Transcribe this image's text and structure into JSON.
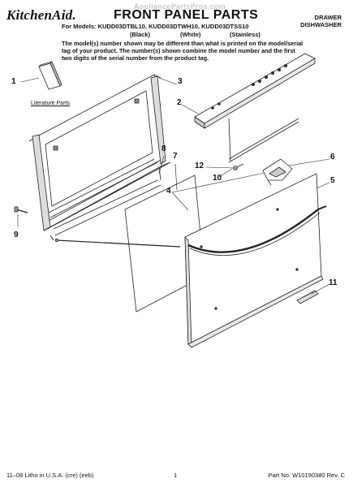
{
  "header": {
    "brand": "KitchenAid.",
    "title": "FRONT PANEL PARTS",
    "watermark": "AppliancePartsPros.com",
    "doc_type_line1": "DRAWER",
    "doc_type_line2": "DISHWASHER"
  },
  "models": {
    "line": "For Models: KUDD03DTBL10, KUDD03DTWH10, KUDD03DTSS10",
    "finishes": [
      "(Black)",
      "(White)",
      "(Stainless)"
    ]
  },
  "note": "The model(s) number shown may be different than what is printed on the model/serial tag of your product. The number(s) shown combine the model number and the first two digits of the serial number from the product tag.",
  "callouts": [
    "1",
    "2",
    "3",
    "4",
    "5",
    "6",
    "7",
    "8",
    "9",
    "10",
    "11",
    "12"
  ],
  "literature_label": "Literature Parts",
  "footer": {
    "left": "11–08 Litho in U.S.A. (cre) (eeb)",
    "center": "1",
    "right": "Part No. W10190380 Rev. C"
  }
}
